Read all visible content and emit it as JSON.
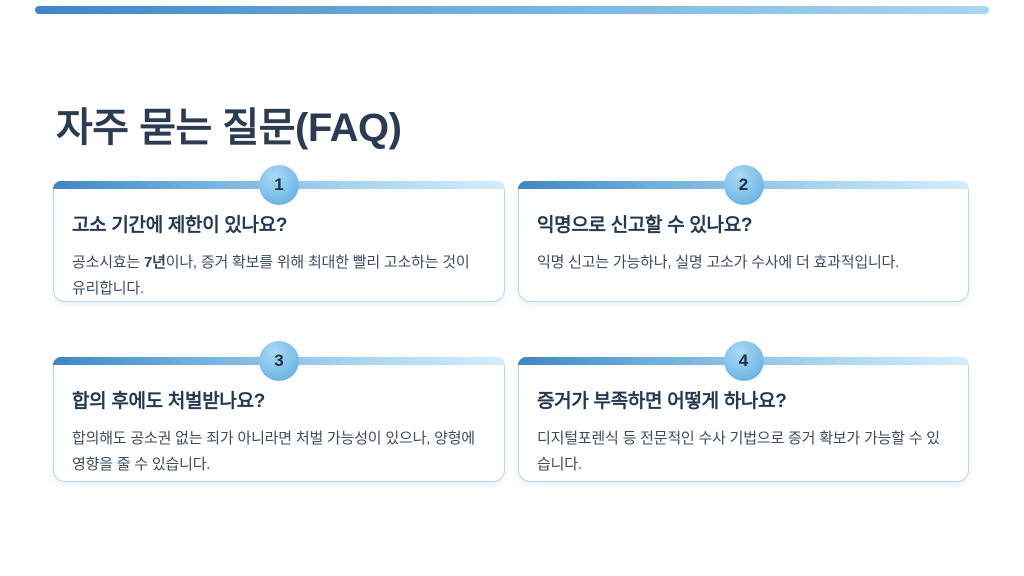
{
  "page": {
    "title": "자주 묻는 질문(FAQ)",
    "accent_color": "#3e86c6",
    "card_border_color": "#b5d8ec",
    "badge_color": "#7fc0ea",
    "title_color": "#2b3c52"
  },
  "faq": {
    "cards": [
      {
        "number": "1",
        "question": "고소 기간에 제한이 있나요?",
        "answer": [
          {
            "text": "공소시효는 ",
            "bold": false
          },
          {
            "text": "7년",
            "bold": true
          },
          {
            "text": "이나, 증거 확보를 위해 최대한 빨리 고소하는 것이 유리합니다.",
            "bold": false
          }
        ]
      },
      {
        "number": "2",
        "question": "익명으로 신고할 수 있나요?",
        "answer": [
          {
            "text": "익명 신고는 가능하나, 실명 고소가 수사에 더 효과적입니다.",
            "bold": false
          }
        ]
      },
      {
        "number": "3",
        "question": "합의 후에도 처벌받나요?",
        "answer": [
          {
            "text": "합의해도 공소권 없는 죄가 아니라면 처벌 가능성이 있으나, 양형에 영향을 줄 수 있습니다.",
            "bold": false
          }
        ]
      },
      {
        "number": "4",
        "question": "증거가 부족하면 어떻게 하나요?",
        "answer": [
          {
            "text": "디지털포렌식 등 전문적인 수사 기법으로 증거 확보가 가능할 수 있습니다.",
            "bold": false
          }
        ]
      }
    ]
  }
}
